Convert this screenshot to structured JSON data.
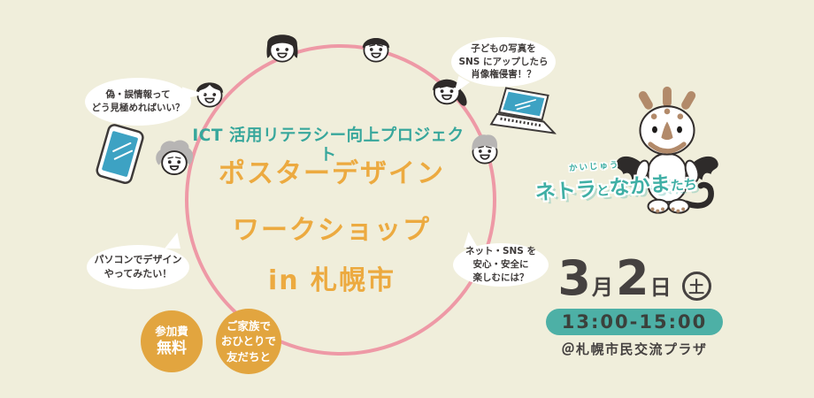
{
  "colors": {
    "background": "#f0eedb",
    "circle_pink": "#ee99a6",
    "project_teal": "#38a79c",
    "title_orange": "#ecaa40",
    "badge_orange": "#e2a53f",
    "pill_teal": "#4db0a6",
    "logo_teal": "#3fafa5",
    "text_dark": "#3e3a39",
    "screen_blue": "#3da2c3",
    "mascot_brown": "#b28a6a",
    "hair_black": "#2e2a29",
    "hair_gray": "#b7b5b4"
  },
  "center": {
    "project_label": "ICT 活用リテラシー向上プロジェクト",
    "title_lines": [
      "ポスターデザイン",
      "ワークショップ",
      "in 札幌市"
    ]
  },
  "speech_bubbles": {
    "misinformation": {
      "lines": [
        "偽・誤情報って",
        "どう見極めればいい？"
      ]
    },
    "photo_rights": {
      "lines": [
        "子どもの写真を",
        "SNS にアップしたら",
        "肖像権侵害！？"
      ]
    },
    "safe_enjoyment": {
      "lines": [
        "ネット・SNS を",
        "安心・安全に",
        "楽しむには？"
      ]
    },
    "pc_design": {
      "lines": [
        "パソコンでデザイン",
        "やってみたい！"
      ]
    }
  },
  "badges": {
    "fee": {
      "top": "参加費",
      "main": "無料"
    },
    "attendance": {
      "lines": [
        "ご家族で",
        "おひとりで",
        "友だちと"
      ]
    }
  },
  "mascot": {
    "furigana": "かいじゅう",
    "logo_segments": [
      {
        "text": "ネトラ",
        "size": "large"
      },
      {
        "text": "と",
        "size": "small"
      },
      {
        "text": "なかま",
        "size": "large"
      },
      {
        "text": "たち",
        "size": "small"
      }
    ]
  },
  "event": {
    "date": {
      "month": "3",
      "month_unit": "月",
      "day": "2",
      "day_unit": "日",
      "weekday": "土"
    },
    "time": "13:00-15:00",
    "venue": "＠札幌市民交流プラザ"
  },
  "icons": [
    "smartphone-icon",
    "laptop-icon",
    "kaiju-mascot-icon",
    "girl-face-icon",
    "boy-face-icon",
    "woman-face-icon",
    "parted-hair-boy-face-icon",
    "elderly-woman-face-icon",
    "elderly-man-face-icon"
  ]
}
